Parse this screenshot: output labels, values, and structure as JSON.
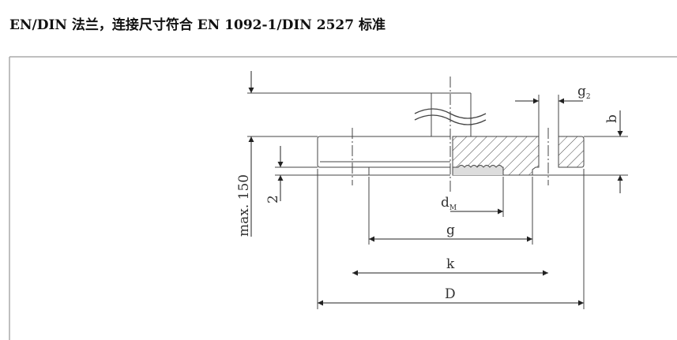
{
  "title": "EN/DIN 法兰，连接尺寸符合 EN 1092-1/DIN 2527 标准",
  "drawing": {
    "labels": {
      "max_height": "max. 150",
      "gap_2": "2",
      "dM": "d",
      "dM_sub": "M",
      "g": "g",
      "k": "k",
      "D": "D",
      "g2": "g",
      "g2_sub": "2",
      "b": "b"
    }
  }
}
